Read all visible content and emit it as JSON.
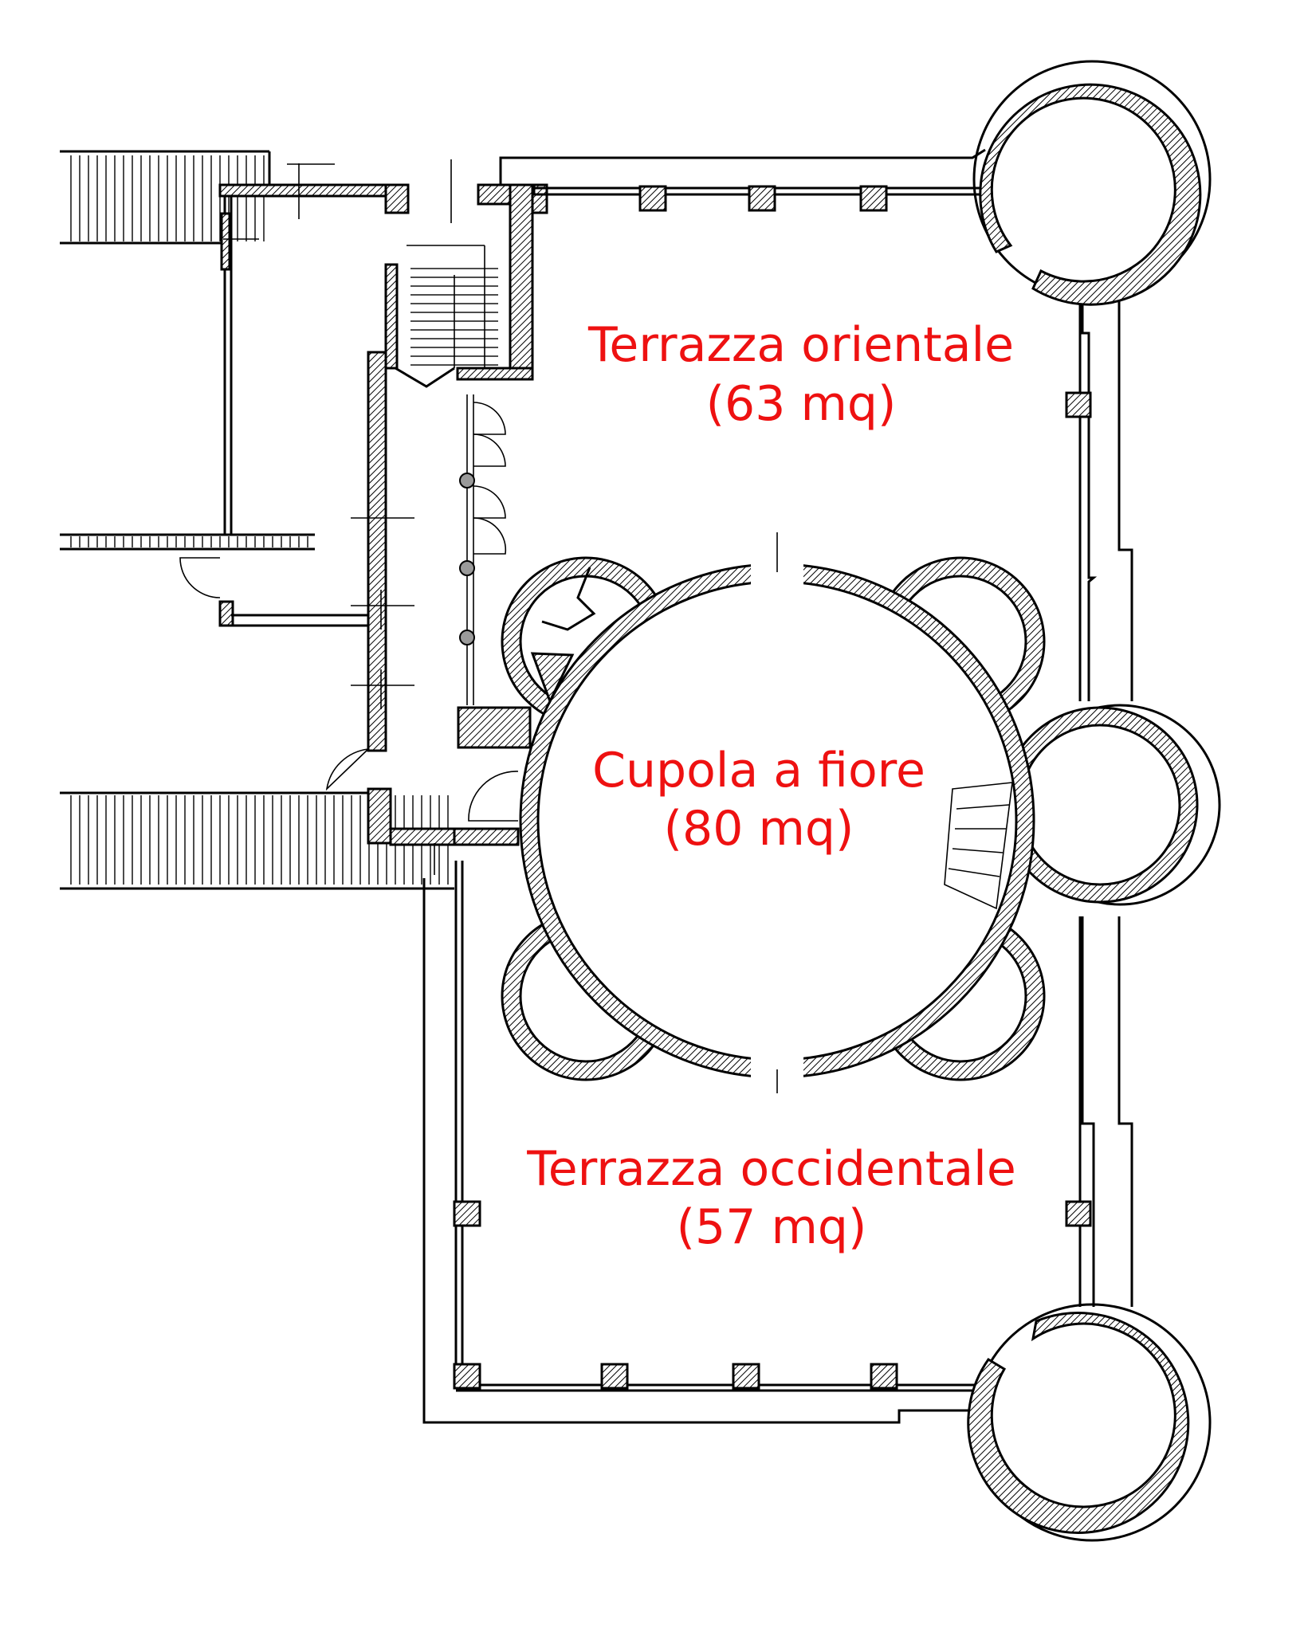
{
  "rooms": [
    {
      "id": "terrazza-orientale",
      "name": "Terrazza orientale",
      "area": "(63 mq)"
    },
    {
      "id": "cupola-a-fiore",
      "name": "Cupola a fiore",
      "area": "(80 mq)"
    },
    {
      "id": "terrazza-occidentale",
      "name": "Terrazza occidentale",
      "area": "(57 mq)"
    }
  ],
  "colors": {
    "label": "#ee1111",
    "wall_fill": "#9a9a9a",
    "line": "#000000",
    "background": "#ffffff"
  }
}
